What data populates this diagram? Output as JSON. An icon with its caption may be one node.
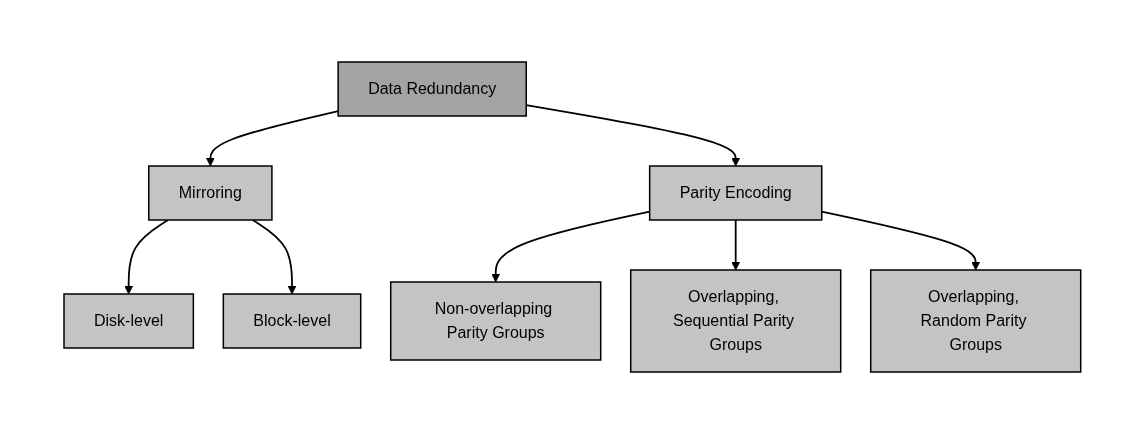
{
  "diagram": {
    "nodes": [
      {
        "text": [
          "Data Redundancy"
        ]
      },
      {
        "text": [
          "Mirroring"
        ]
      },
      {
        "text": [
          "Parity Encoding"
        ]
      },
      {
        "text": [
          "Disk-level"
        ]
      },
      {
        "text": [
          "Block-level"
        ]
      },
      {
        "text": [
          "Non-overlapping Parity Groups"
        ]
      },
      {
        "text": [
          "Overlapping, Sequential Parity Groups"
        ]
      },
      {
        "text": [
          "Overlapping, Random Parity Groups"
        ]
      }
    ],
    "edges": [
      {
        "from": 0,
        "to": 1,
        "arrow": "to"
      },
      {
        "from": 0,
        "to": 2,
        "arrow": "to"
      },
      {
        "from": 1,
        "to": 3,
        "arrow": "to"
      },
      {
        "from": 1,
        "to": 4,
        "arrow": "to"
      },
      {
        "from": 2,
        "to": 5,
        "arrow": "to"
      },
      {
        "from": 2,
        "to": 6,
        "arrow": "to"
      },
      {
        "from": 2,
        "to": 7,
        "arrow": "to"
      }
    ]
  }
}
